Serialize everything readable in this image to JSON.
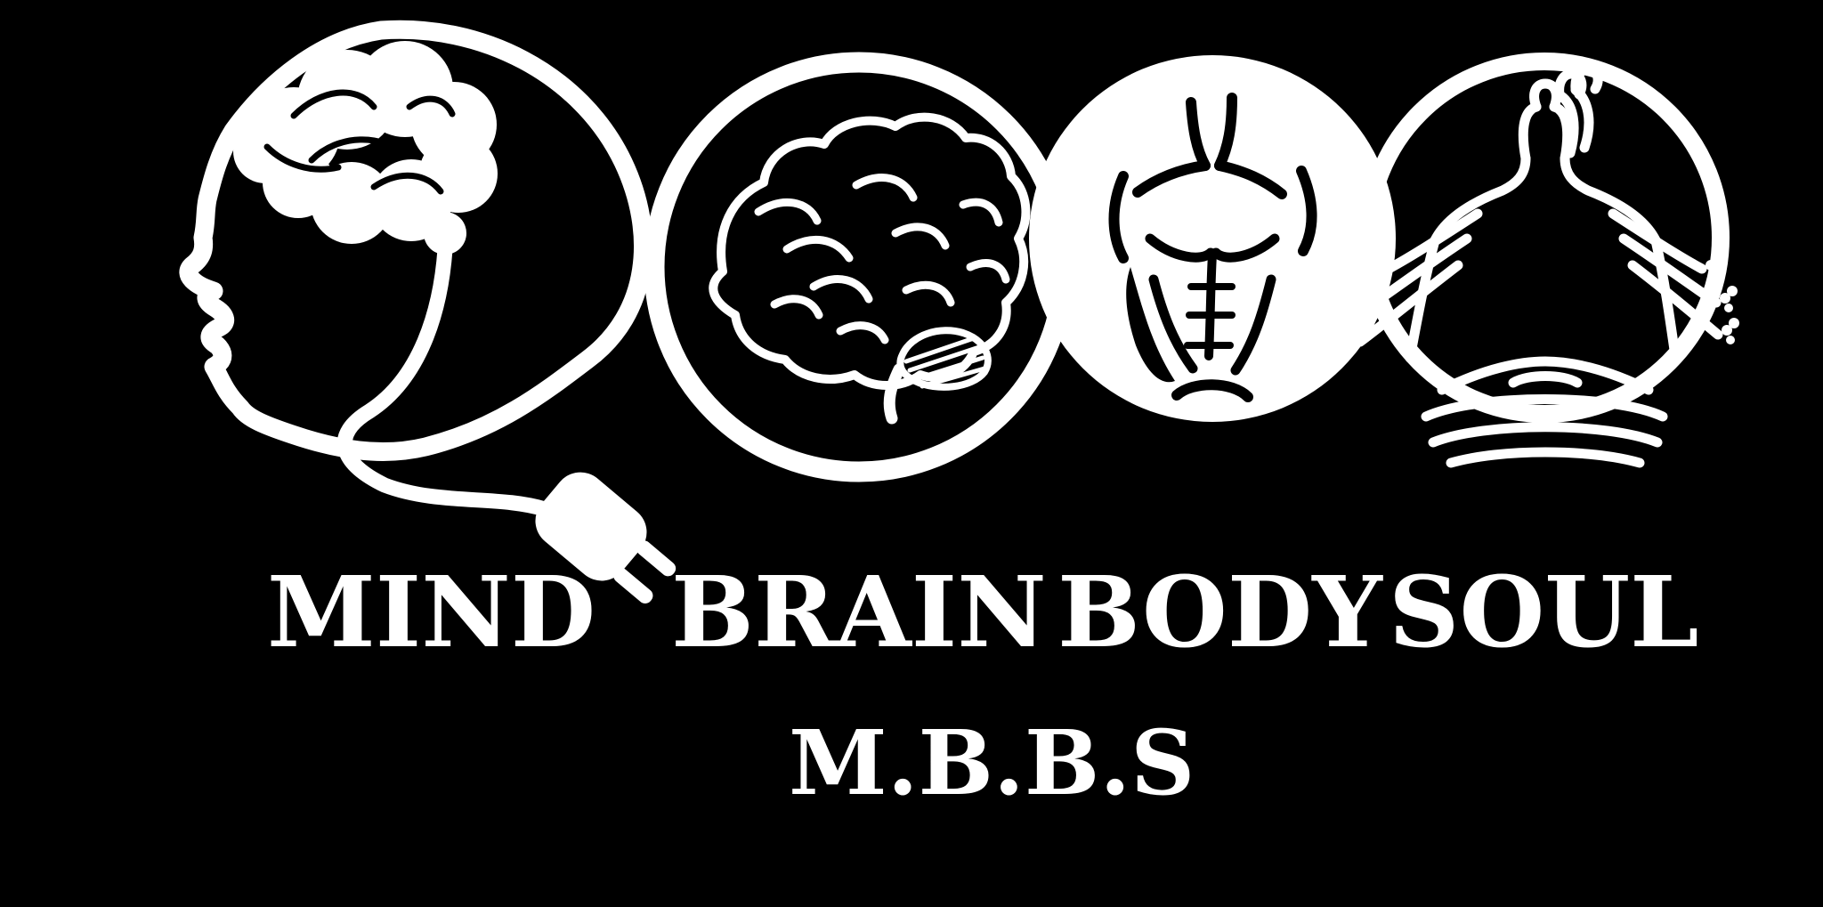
{
  "page": {
    "colors": {
      "background_color": "#000000",
      "foreground_color": "#ffffff"
    }
  },
  "logo": {
    "words": [
      "MIND",
      "BRAIN",
      "BODY",
      "SOUL"
    ],
    "acronym": "M.B.B.S",
    "icons": [
      {
        "name": "mind-head-profile-icon",
        "depicts": "head profile with scribbled brain connected to a power plug"
      },
      {
        "name": "brain-circle-icon",
        "depicts": "anatomical brain inside a circle outline"
      },
      {
        "name": "body-circle-icon",
        "depicts": "muscular torso line art inside a solid circle"
      },
      {
        "name": "soul-circle-icon",
        "depicts": "multi-armed meditating figure inside a circle outline"
      }
    ]
  }
}
